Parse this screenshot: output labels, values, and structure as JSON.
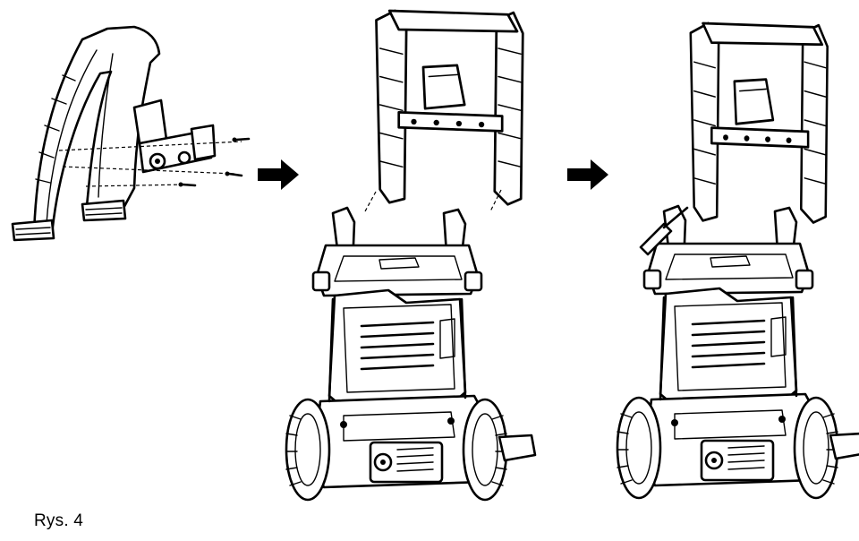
{
  "caption": "Rys. 4",
  "steps": [
    {
      "id": "handle-and-bracket-exploded"
    },
    {
      "id": "handle-aligned-above-body"
    },
    {
      "id": "handle-installed-on-body"
    }
  ],
  "arrows": 2,
  "colors": {
    "line": "#000000",
    "background": "#ffffff"
  }
}
